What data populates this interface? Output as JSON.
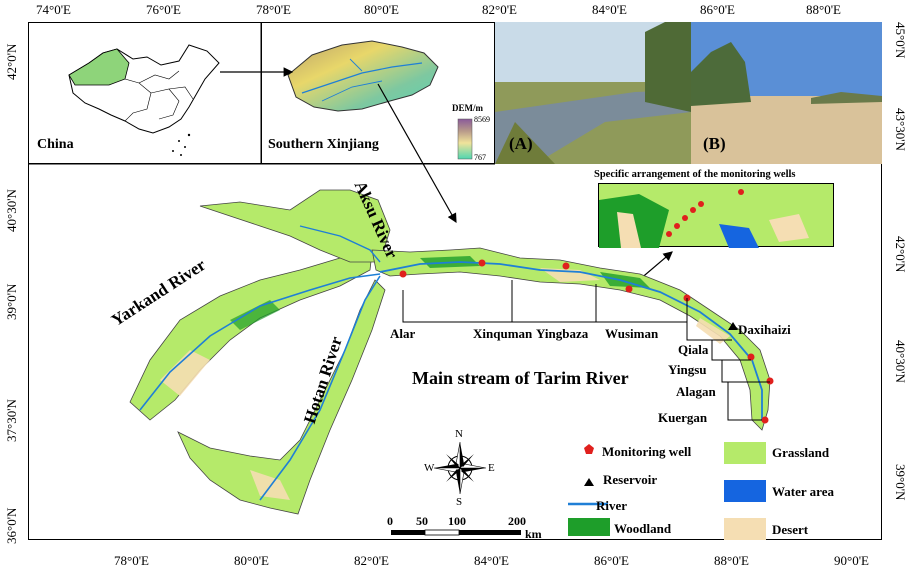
{
  "top_axis_labels": [
    "74°0'E",
    "76°0'E",
    "78°0'E",
    "80°0'E",
    "82°0'E",
    "84°0'E",
    "86°0'E",
    "88°0'E"
  ],
  "bottom_axis_labels": [
    "78°0'E",
    "80°0'E",
    "82°0'E",
    "84°0'E",
    "86°0'E",
    "88°0'E",
    "90°0'E"
  ],
  "left_axis_labels": [
    "42°0'N",
    "40°30'N",
    "39°0'N",
    "37°30'N",
    "36°0'N"
  ],
  "right_axis_labels": [
    "45°0'N",
    "43°30'N",
    "42°0'N",
    "40°30'N",
    "39°0'N"
  ],
  "insets": {
    "china_label": "China",
    "xinjiang_label": "Southern Xinjiang",
    "dem_title": "DEM/m",
    "dem_max": "8569",
    "dem_min": "767"
  },
  "photos": {
    "a_label": "(A)",
    "b_label": "(B)"
  },
  "wells_inset_title": "Specific arrangement of the monitoring wells",
  "rivers": {
    "aksu": "Aksu River",
    "yarkand": "Yarkand River",
    "hotan": "Hotan River"
  },
  "stations": [
    "Alar",
    "Xinquman",
    "Yingbaza",
    "Wusiman",
    "Daxihaizi",
    "Qiala",
    "Yingsu",
    "Alagan",
    "Kuergan"
  ],
  "main_title": "Main stream of Tarim River",
  "compass": {
    "n": "N",
    "s": "S",
    "e": "E",
    "w": "W"
  },
  "scale_bar": {
    "ticks": [
      "0",
      "50",
      "100",
      "200"
    ],
    "unit": "km"
  },
  "legend": {
    "monitoring_well": "Monitoring well",
    "reservoir": "Reservoir",
    "river": "River",
    "woodland": "Woodland",
    "grassland": "Grassland",
    "water_area": "Water area",
    "desert": "Desert"
  },
  "colors": {
    "grassland": "#b5ea6a",
    "woodland": "#1e9e2a",
    "water": "#1565e0",
    "desert": "#f5deb3",
    "river": "#1f7fd6",
    "well": "#e0201d"
  }
}
